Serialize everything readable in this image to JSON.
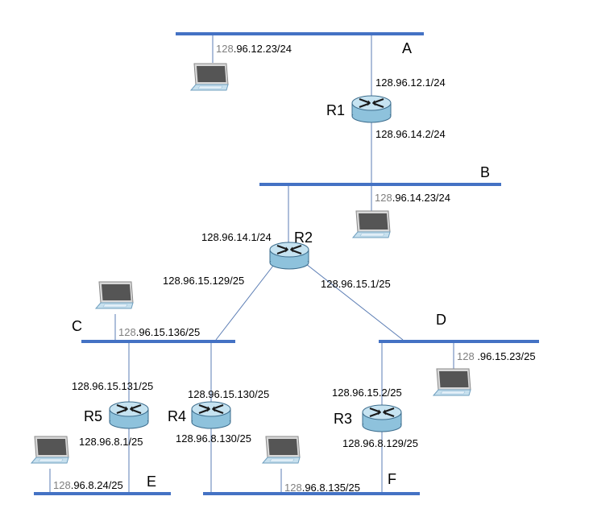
{
  "networks": {
    "A": "A",
    "B": "B",
    "C": "C",
    "D": "D",
    "E": "E",
    "F": "F"
  },
  "routers": {
    "R1": "R1",
    "R2": "R2",
    "R3": "R3",
    "R4": "R4",
    "R5": "R5"
  },
  "hosts": {
    "hA": {
      "prefix": "128",
      "rest": ".96.12.23/24"
    },
    "hB": {
      "prefix": "128",
      "rest": ".96.14.23/24"
    },
    "hC": {
      "prefix": "128",
      "rest": ".96.15.136/25"
    },
    "hD": {
      "prefix": "128",
      "rest": " .96.15.23/25"
    },
    "hE": {
      "prefix": "128",
      "rest": ".96.8.24/25"
    },
    "hF": {
      "prefix": "128",
      "rest": ".96.8.135/25"
    }
  },
  "interfaces": {
    "r1_a": "128.96.12.1/24",
    "r1_b": "128.96.14.2/24",
    "r2_b": "128.96.14.1/24",
    "r2_c": "128.96.15.129/25",
    "r2_d": "128.96.15.1/25",
    "r5_c": "128.96.15.131/25",
    "r5_e": "128.96.8.1/25",
    "r4_c": "128.96.15.130/25",
    "r4_f": "128.96.8.130/25",
    "r3_d": "128.96.15.2/25",
    "r3_f": "128.96.8.129/25"
  },
  "colors": {
    "segment": "#4472c4",
    "router_top": "#c6e3f1",
    "router_body": "#8ec2dc",
    "laptop_screen": "#555555",
    "laptop_base": "#c7e0ee"
  }
}
